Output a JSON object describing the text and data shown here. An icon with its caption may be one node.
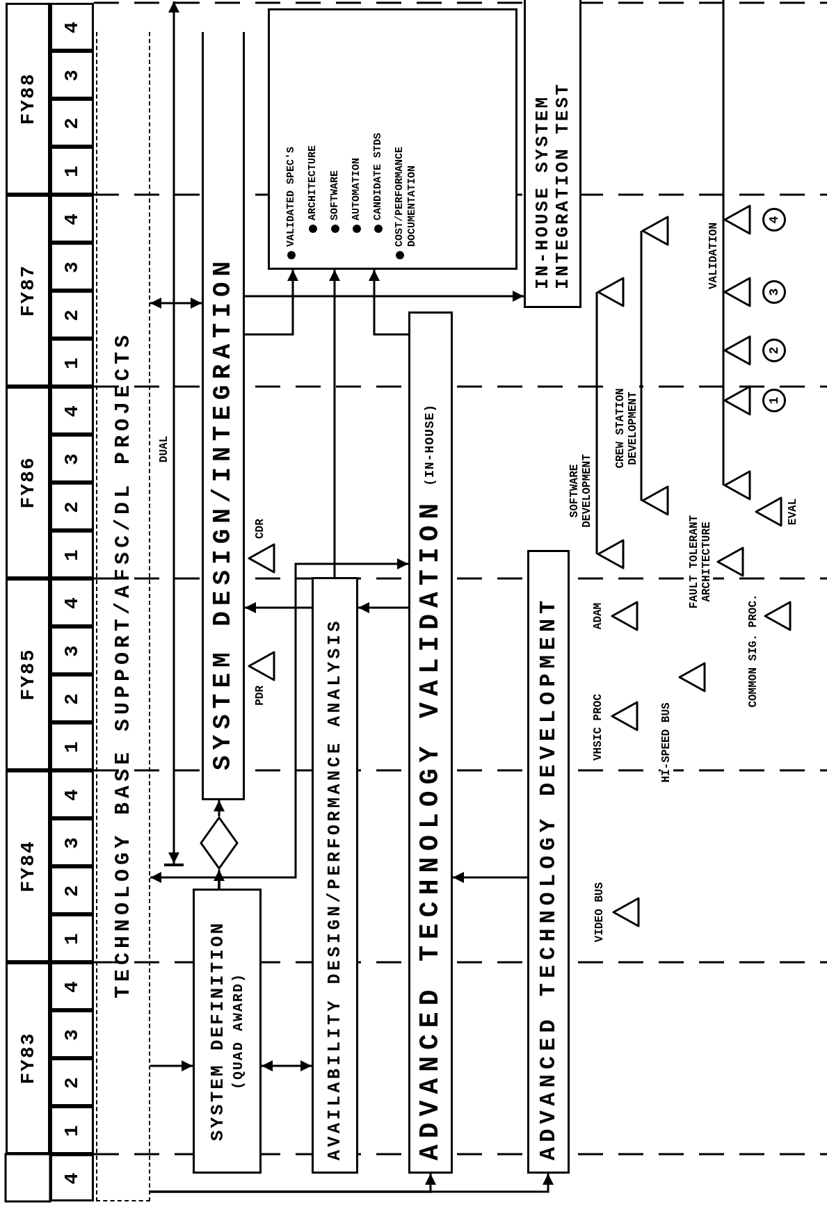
{
  "diagram": {
    "nodes": [
      {
        "text": [
          "TECHNOLOGY BASE SUPPORT/AFSC/DL PROJECTS"
        ]
      },
      {
        "text": [
          "SYSTEM DEFINITION",
          "(QUAD AWARD)"
        ]
      },
      {
        "text": [],
        "shape": "diamond"
      },
      {
        "text": [
          "SYSTEM DESIGN/INTEGRATION"
        ]
      },
      {
        "text": [
          "AVAILABILITY DESIGN/PERFORMANCE ANALYSIS"
        ]
      },
      {
        "text": [
          "ADVANCED TECHNOLOGY VALIDATION",
          "(IN-HOUSE)"
        ]
      },
      {
        "text": [
          "ADVANCED TECHNOLOGY DEVELOPMENT"
        ]
      },
      {
        "text": [
          "VALIDATED SPEC'S",
          "ARCHITECTURE",
          "SOFTWARE",
          "AUTOMATION",
          "CANDIDATE STDS",
          "COST/PERFORMANCE DOCUMENTATION"
        ]
      },
      {
        "text": [
          "IN-HOUSE SYSTEM INTEGRATION TEST"
        ]
      },
      {
        "text": [],
        "shape": "triangle",
        "beside": [
          "PDR"
        ]
      },
      {
        "text": [],
        "shape": "triangle",
        "beside": [
          "CDR"
        ]
      },
      {
        "text": [],
        "shape": "triangle",
        "beside": [
          "VIDEO BUS"
        ]
      },
      {
        "text": [],
        "shape": "triangle",
        "beside": [
          "VHSIC PROC"
        ]
      },
      {
        "text": [],
        "shape": "triangle",
        "beside": [
          "ADAM"
        ]
      },
      {
        "text": [],
        "shape": "triangle",
        "beside": [
          "HI-SPEED BUS"
        ]
      },
      {
        "text": [],
        "shape": "triangle",
        "beside": [
          "FAULT TOLERANT ARCHITECTURE"
        ]
      },
      {
        "text": [],
        "shape": "triangle",
        "beside": [
          "COMMON SIG. PROC."
        ]
      },
      {
        "text": [],
        "shape": "triangle",
        "beside": [
          "EVAL"
        ]
      },
      {
        "text": [],
        "shape": "triangle"
      },
      {
        "text": [],
        "shape": "triangle"
      },
      {
        "text": [],
        "shape": "triangle"
      },
      {
        "text": [],
        "shape": "triangle"
      },
      {
        "text": [],
        "shape": "triangle"
      },
      {
        "text": [],
        "shape": "triangle"
      },
      {
        "text": [],
        "shape": "triangle"
      },
      {
        "text": [],
        "shape": "triangle"
      },
      {
        "text": [],
        "shape": "triangle"
      },
      {
        "text": [
          "1"
        ]
      },
      {
        "text": [
          "2"
        ]
      },
      {
        "text": [
          "3"
        ]
      },
      {
        "text": [
          "4"
        ]
      },
      {
        "text": [],
        "shape": "bar"
      }
    ],
    "edges": [
      {
        "from": 0,
        "to": 1,
        "arrow": "to"
      },
      {
        "from": 1,
        "to": 4,
        "arrow": "both"
      },
      {
        "from": 1,
        "to": 2,
        "arrow": "to"
      },
      {
        "from": 2,
        "to": 3,
        "arrow": "to"
      },
      {
        "from": 1,
        "to": 0,
        "arrow": "to"
      },
      {
        "from": 1,
        "to": 5,
        "arrow": "to"
      },
      {
        "from": 6,
        "to": 5,
        "arrow": "to"
      },
      {
        "from": 0,
        "to": 5,
        "arrow": "to"
      },
      {
        "from": 0,
        "to": 6,
        "arrow": "to"
      },
      {
        "from": 5,
        "to": 4,
        "arrow": "to"
      },
      {
        "from": 4,
        "to": 3,
        "arrow": "to"
      },
      {
        "from": 4,
        "to": 7,
        "arrow": "to"
      },
      {
        "from": 3,
        "to": 7,
        "arrow": "to"
      },
      {
        "from": 5,
        "to": 7,
        "arrow": "to"
      },
      {
        "from": 3,
        "to": 8,
        "arrow": "to"
      },
      {
        "from": 0,
        "to": 3,
        "arrow": "both"
      },
      {
        "from": 18,
        "to": 19,
        "arrow": "none",
        "label": "SOFTWARE DEVELOPMENT"
      },
      {
        "from": 20,
        "to": 21,
        "arrow": "none",
        "label": "CREW STATION DEVELOPMENT"
      },
      {
        "from": 22,
        "to": 23,
        "arrow": "none"
      },
      {
        "from": 23,
        "to": 24,
        "arrow": "none"
      },
      {
        "from": 24,
        "to": 25,
        "arrow": "none"
      },
      {
        "from": 25,
        "to": 26,
        "arrow": "none",
        "label": "VALIDATION"
      },
      {
        "from": 26,
        "to": null,
        "arrow": "none"
      },
      {
        "from": null,
        "to": 31,
        "arrow": "both",
        "label": "DUAL"
      }
    ],
    "labels": [
      "FY83",
      "FY84",
      "FY85",
      "FY86",
      "FY87",
      "FY88",
      "4",
      "1",
      "2",
      "3",
      "4",
      "1",
      "2",
      "3",
      "4",
      "1",
      "2",
      "3",
      "4",
      "1",
      "2",
      "3",
      "4",
      "1",
      "2",
      "3",
      "4",
      "1",
      "2",
      "3",
      "4"
    ]
  }
}
